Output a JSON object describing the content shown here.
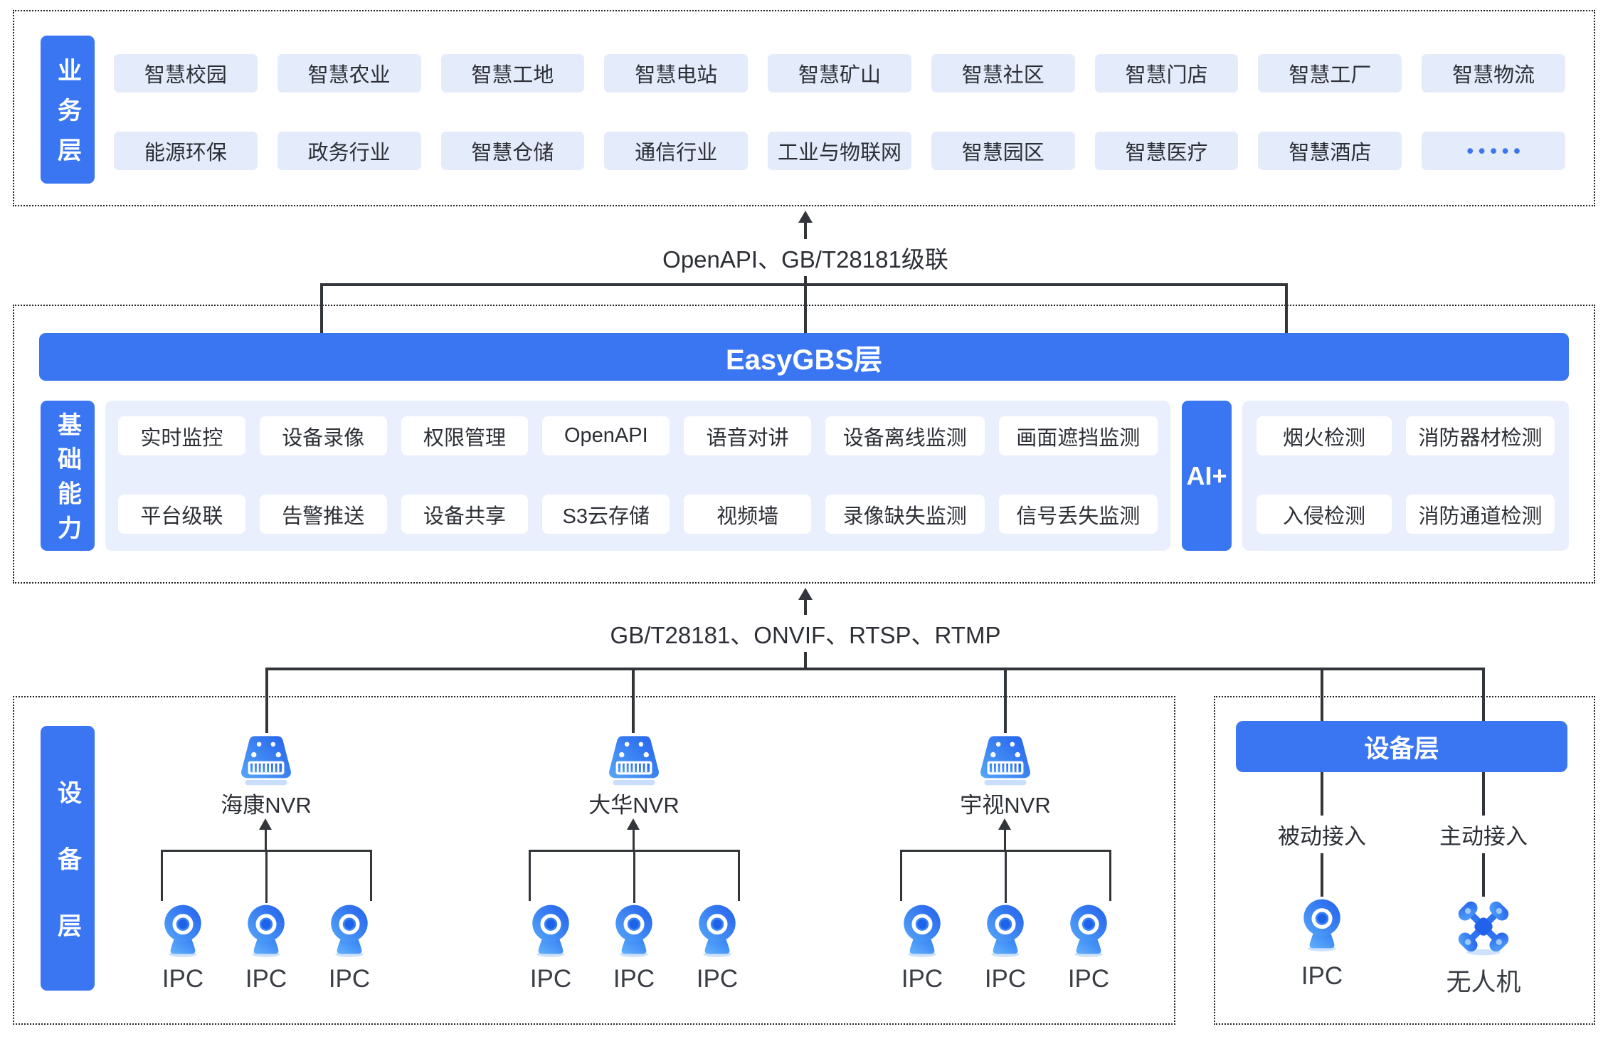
{
  "business": {
    "label": "业务层",
    "row1": [
      "智慧校园",
      "智慧农业",
      "智慧工地",
      "智慧电站",
      "智慧矿山",
      "智慧社区",
      "智慧门店",
      "智慧工厂",
      "智慧物流"
    ],
    "row2": [
      "能源环保",
      "政务行业",
      "智慧仓储",
      "通信行业",
      "工业与物联网",
      "智慧园区",
      "智慧医疗",
      "智慧酒店",
      "•••••"
    ]
  },
  "connector_top": {
    "label": "OpenAPI、GB/T28181级联"
  },
  "easygbs": {
    "title": "EasyGBS层"
  },
  "capability": {
    "label": "基础能力",
    "row1": [
      "实时监控",
      "设备录像",
      "权限管理",
      "OpenAPI",
      "语音对讲",
      "设备离线监测",
      "画面遮挡监测"
    ],
    "row2": [
      "平台级联",
      "告警推送",
      "设备共享",
      "S3云存储",
      "视频墙",
      "录像缺失监测",
      "信号丢失监测"
    ]
  },
  "ai": {
    "label": "AI+",
    "row1": [
      "烟火检测",
      "消防器材检测"
    ],
    "row2": [
      "入侵检测",
      "消防通道检测"
    ]
  },
  "connector_bottom": {
    "label": "GB/T28181、ONVIF、RTSP、RTMP"
  },
  "devices": {
    "label": "设备层",
    "groups": [
      {
        "nvr": "海康NVR",
        "ipcs": [
          "IPC",
          "IPC",
          "IPC"
        ]
      },
      {
        "nvr": "大华NVR",
        "ipcs": [
          "IPC",
          "IPC",
          "IPC"
        ]
      },
      {
        "nvr": "宇视NVR",
        "ipcs": [
          "IPC",
          "IPC",
          "IPC"
        ]
      }
    ]
  },
  "device_panel": {
    "header": "设备层",
    "columns": [
      {
        "mode": "被动接入",
        "device": "IPC"
      },
      {
        "mode": "主动接入",
        "device": "无人机"
      }
    ]
  },
  "colors": {
    "primary": "#3b76f2",
    "chip": "#e4ebfb",
    "panel": "#e9effc",
    "line": "#32353a",
    "text": "#2c2f35"
  }
}
